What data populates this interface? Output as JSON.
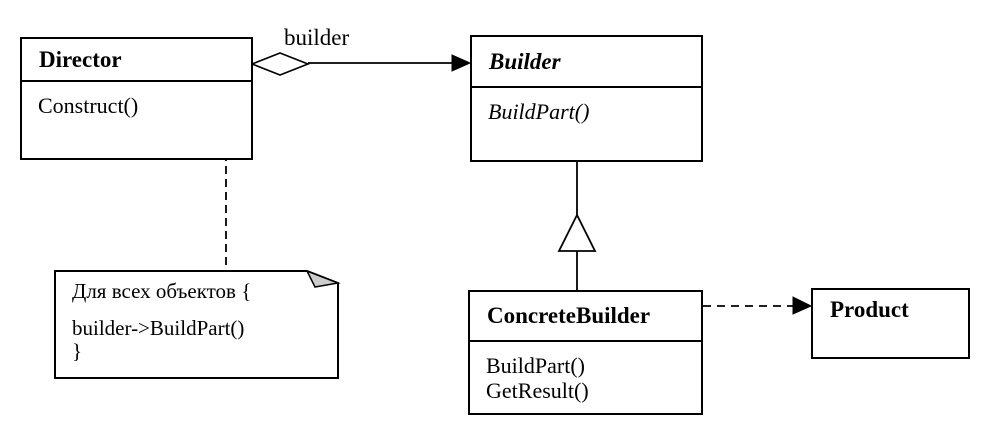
{
  "diagram": {
    "kind": "uml-class-diagram",
    "pattern": "Builder",
    "colors": {
      "line": "#000000",
      "background": "#ffffff",
      "note_fold": "#cccccc"
    },
    "classes": [
      {
        "name": "Director",
        "abstract": false,
        "methods": [
          "Construct()"
        ]
      },
      {
        "name": "Builder",
        "abstract": true,
        "methods": [
          "BuildPart()"
        ]
      },
      {
        "name": "ConcreteBuilder",
        "abstract": false,
        "methods": [
          "BuildPart()",
          "GetResult()"
        ]
      },
      {
        "name": "Product",
        "abstract": false,
        "methods": []
      }
    ],
    "note": {
      "lines": [
        "Для всех объектов {",
        "builder->BuildPart()",
        "}"
      ]
    },
    "relations": [
      {
        "type": "aggregation",
        "label": "builder",
        "from": "Director",
        "to": "Builder"
      },
      {
        "type": "inheritance",
        "label": "",
        "from": "ConcreteBuilder",
        "to": "Builder"
      },
      {
        "type": "dependency",
        "label": "",
        "from": "ConcreteBuilder",
        "to": "Product"
      },
      {
        "type": "note-anchor",
        "label": "",
        "from": "Director.Construct()",
        "to": "note"
      }
    ]
  }
}
